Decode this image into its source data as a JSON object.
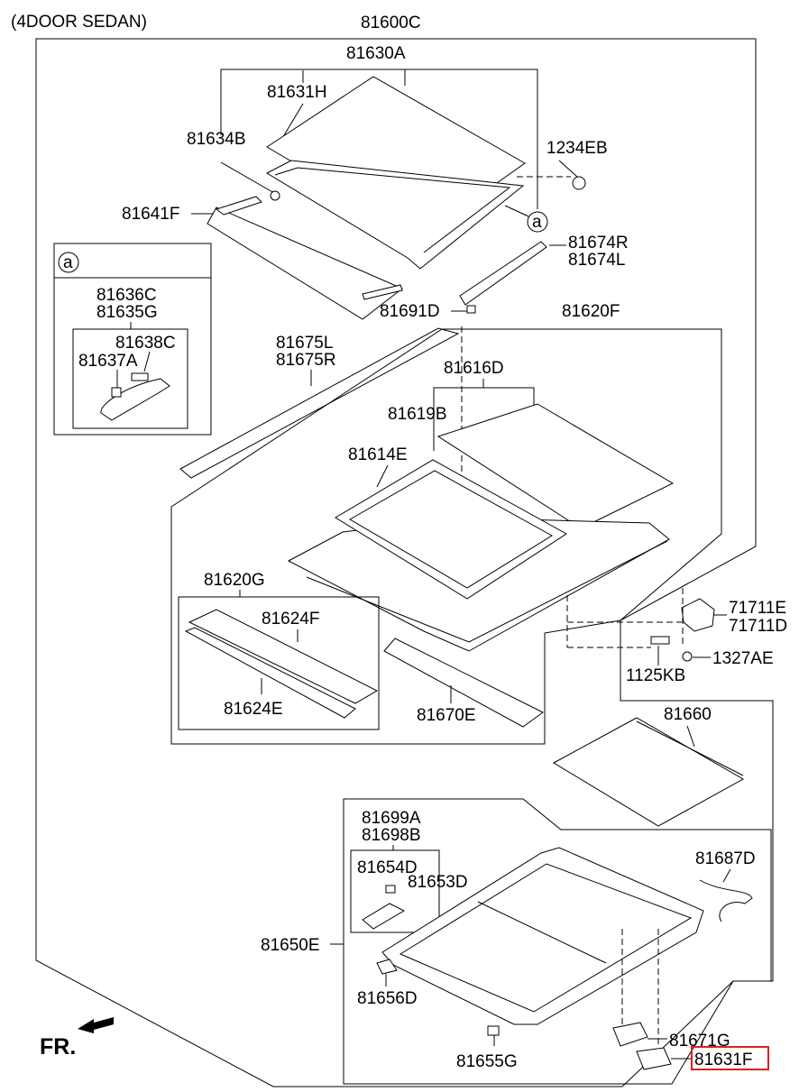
{
  "diagram": {
    "variant": "(4DOOR SEDAN)",
    "assembly": "81600C",
    "front_marker": "FR.",
    "detail_marker": "a",
    "highlight_color": "#e02020",
    "highlighted_part": "81631F",
    "labels": {
      "p81630A": "81630A",
      "p81631H": "81631H",
      "p81634B": "81634B",
      "p1234EB": "1234EB",
      "p81641F": "81641F",
      "p81674R": "81674R",
      "p81674L": "81674L",
      "p81691D": "81691D",
      "p81620F": "81620F",
      "p81636C": "81636C",
      "p81635G": "81635G",
      "p81638C": "81638C",
      "p81637A": "81637A",
      "p81675L": "81675L",
      "p81675R": "81675R",
      "p81616D": "81616D",
      "p81619B": "81619B",
      "p81614E": "81614E",
      "p81620G": "81620G",
      "p81624F": "81624F",
      "p81624E": "81624E",
      "p81670E": "81670E",
      "p71711E": "71711E",
      "p71711D": "71711D",
      "p1327AE": "1327AE",
      "p1125KB": "1125KB",
      "p81660": "81660",
      "p81699A": "81699A",
      "p81698B": "81698B",
      "p81654D": "81654D",
      "p81653D": "81653D",
      "p81687D": "81687D",
      "p81650E": "81650E",
      "p81656D": "81656D",
      "p81655G": "81655G",
      "p81671G": "81671G",
      "p81631F": "81631F"
    },
    "icons": [
      "front-arrow-icon",
      "detail-callout-icon"
    ]
  }
}
